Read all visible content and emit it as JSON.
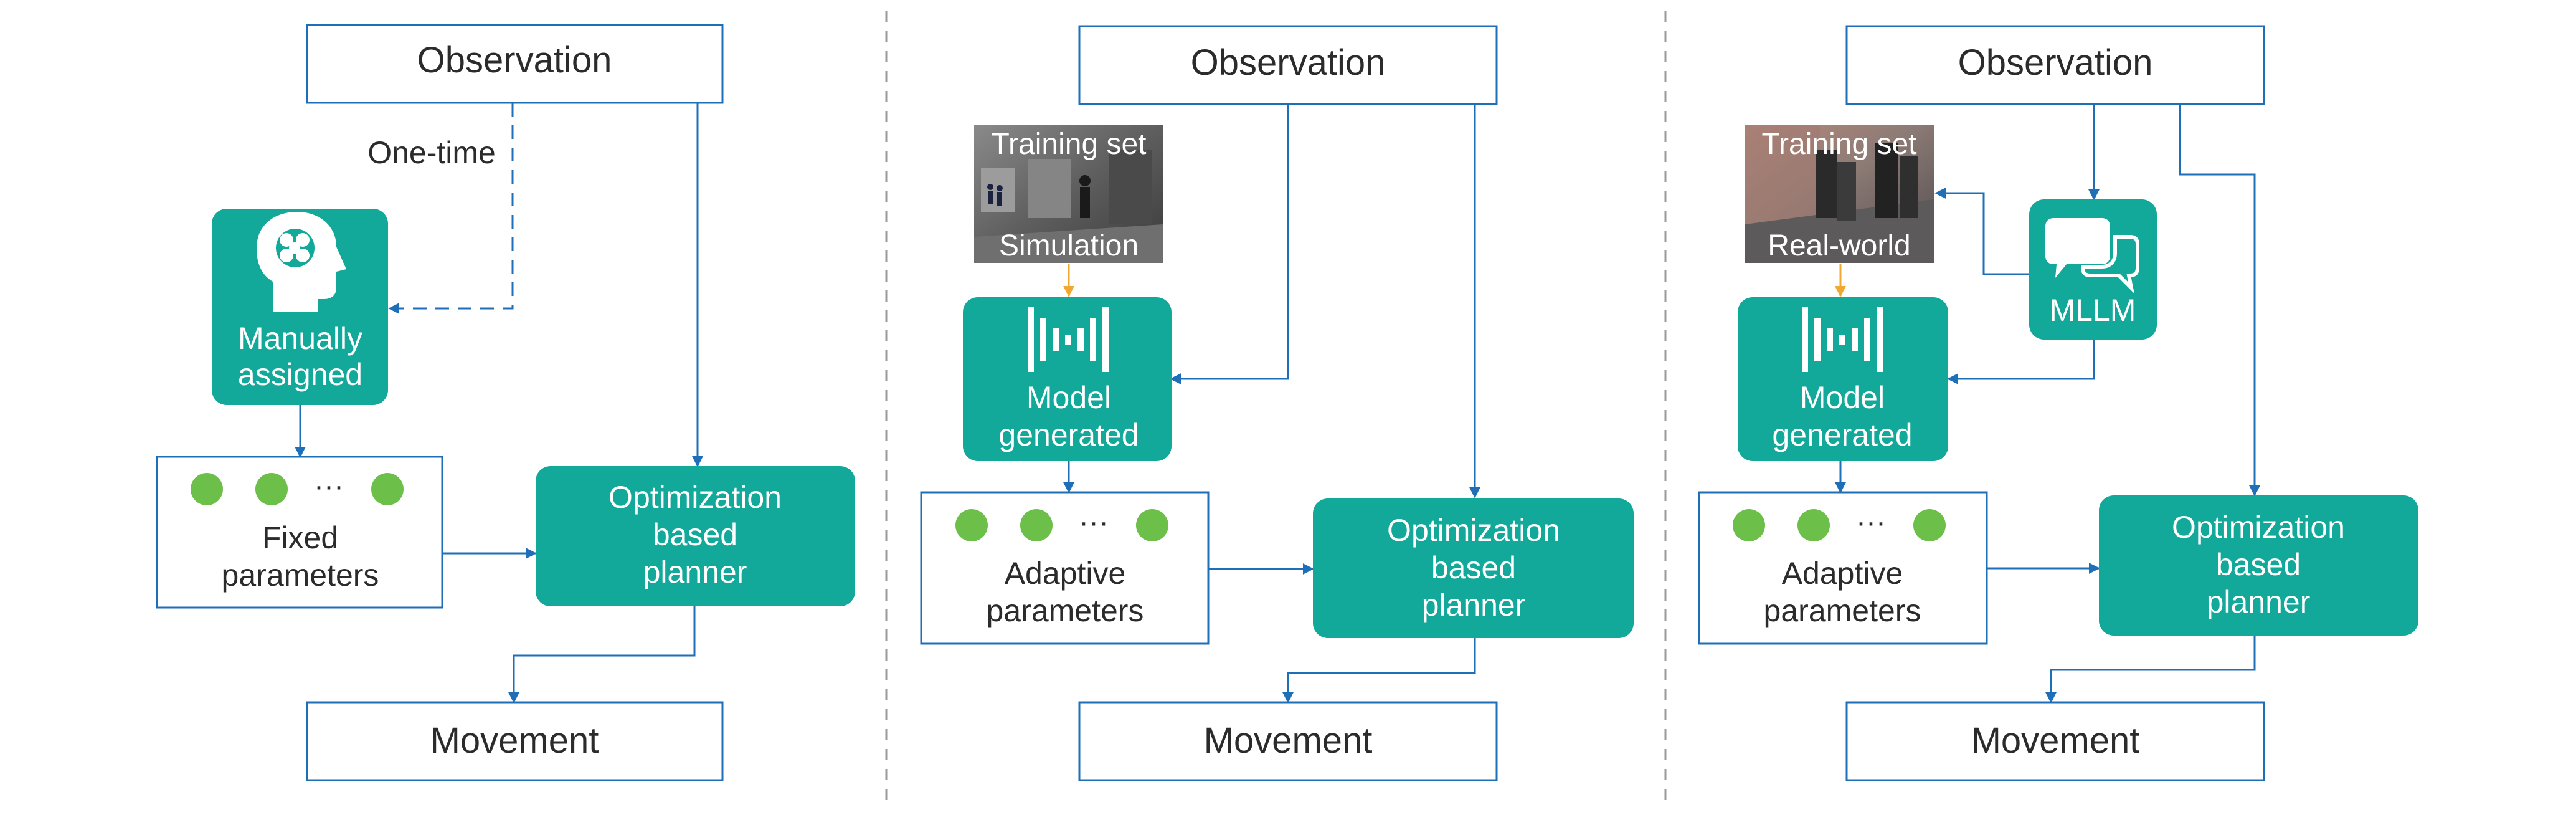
{
  "panels": [
    {
      "observation": "Observation",
      "one_time": "One-time",
      "param_source": {
        "line1": "Manually",
        "line2": "assigned",
        "icon": "head-brain-icon"
      },
      "params": {
        "ellipsis": "···",
        "line1": "Fixed",
        "line2": "parameters"
      },
      "planner": {
        "line1": "Optimization",
        "line2": "based",
        "line3": "planner"
      },
      "movement": "Movement"
    },
    {
      "observation": "Observation",
      "training": {
        "top": "Training set",
        "bottom": "Simulation"
      },
      "param_source": {
        "line1": "Model",
        "line2": "generated",
        "icon": "model-bars-icon"
      },
      "params": {
        "ellipsis": "···",
        "line1": "Adaptive",
        "line2": "parameters"
      },
      "planner": {
        "line1": "Optimization",
        "line2": "based",
        "line3": "planner"
      },
      "movement": "Movement"
    },
    {
      "observation": "Observation",
      "training": {
        "top": "Training set",
        "bottom": "Real-world"
      },
      "mllm": {
        "label": "MLLM",
        "icon": "chat-bubbles-icon"
      },
      "param_source": {
        "line1": "Model",
        "line2": "generated",
        "icon": "model-bars-icon"
      },
      "params": {
        "ellipsis": "···",
        "line1": "Adaptive",
        "line2": "parameters"
      },
      "planner": {
        "line1": "Optimization",
        "line2": "based",
        "line3": "planner"
      },
      "movement": "Movement"
    }
  ],
  "colors": {
    "teal": "#12a89a",
    "arrow": "#1f6fb8",
    "box_border": "#1f6fb8",
    "dot": "#6cc04a",
    "orange_arrow": "#f0a830",
    "divider": "#9a9a9a"
  }
}
